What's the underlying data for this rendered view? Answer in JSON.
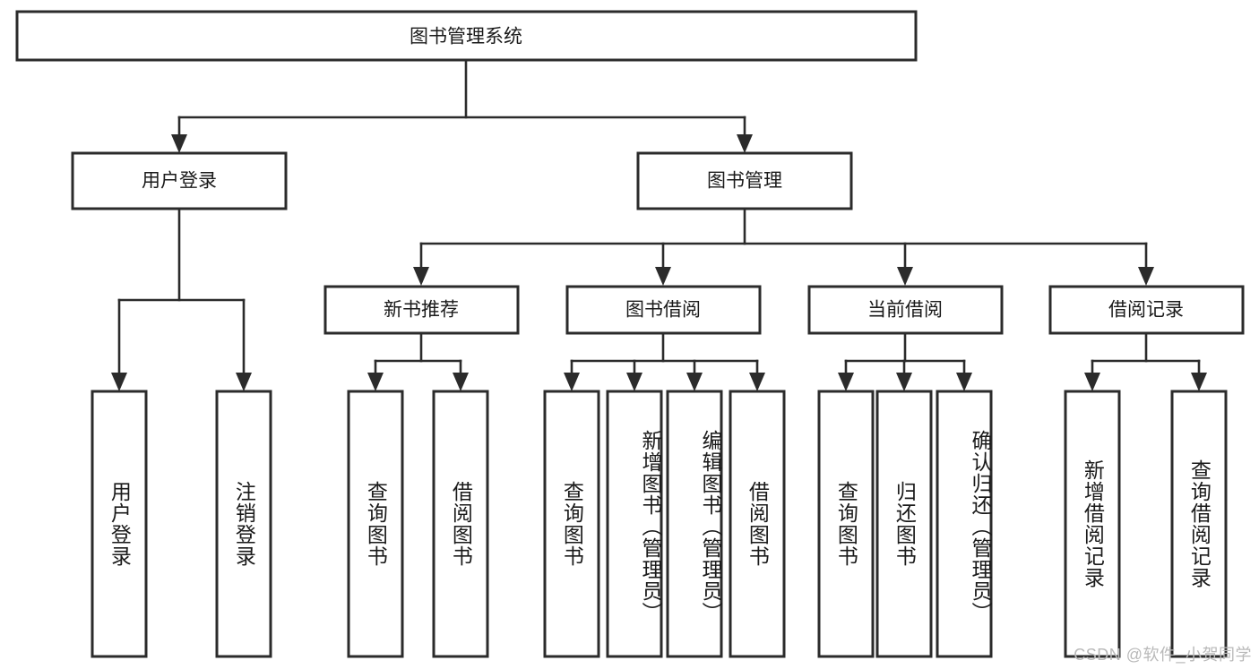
{
  "diagram": {
    "title": "图书管理系统",
    "type": "tree-hierarchy",
    "watermark": "CSDN @软件_小贺同学",
    "colors": {
      "stroke": "#2b2b2b",
      "fill": "#ffffff",
      "text": "#1a1a1a",
      "watermark": "#b9b9b9"
    },
    "root": {
      "label": "图书管理系统"
    },
    "level2": [
      {
        "label": "用户登录"
      },
      {
        "label": "图书管理"
      }
    ],
    "level3": [
      {
        "label": "新书推荐"
      },
      {
        "label": "图书借阅"
      },
      {
        "label": "当前借阅"
      },
      {
        "label": "借阅记录"
      }
    ],
    "leaves": {
      "user_login": [
        {
          "label": "用户登录"
        },
        {
          "label": "注销登录"
        }
      ],
      "new_book_recommend": [
        {
          "label": "查询图书"
        },
        {
          "label": "借阅图书"
        }
      ],
      "book_borrow": [
        {
          "label": "查询图书"
        },
        {
          "label": "新增图书（管理员）"
        },
        {
          "label": "编辑图书（管理员）"
        },
        {
          "label": "借阅图书"
        }
      ],
      "current_borrow": [
        {
          "label": "查询图书"
        },
        {
          "label": "归还图书"
        },
        {
          "label": "确认归还（管理员）"
        }
      ],
      "borrow_records": [
        {
          "label": "新增借阅记录"
        },
        {
          "label": "查询借阅记录"
        }
      ]
    }
  }
}
